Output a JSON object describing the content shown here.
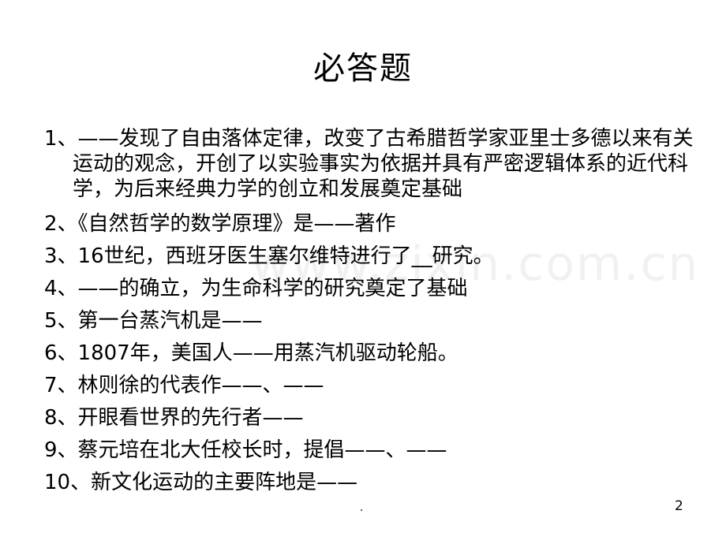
{
  "slide": {
    "title": "必答题",
    "watermark": "www.zixin.com.cn",
    "questions": [
      "1、——发现了自由落体定律，改变了古希腊哲学家亚里士多德以来有关运动的观念，开创了以实验事实为依据并具有严密逻辑体系的近代科学，为后来经典力学的创立和发展奠定基础",
      "2、《自然哲学的数学原理》是——著作",
      "3、16世纪，西班牙医生塞尔维特进行了__研究。",
      "4、——的确立，为生命科学的研究奠定了基础",
      "5、第一台蒸汽机是——",
      "6、1807年，美国人——用蒸汽机驱动轮船。",
      "7、林则徐的代表作——、——",
      "8、开眼看世界的先行者——",
      "9、蔡元培在北大任校长时，提倡——、——",
      "10、新文化运动的主要阵地是——"
    ],
    "footer_mark": ".",
    "page_number": "2"
  }
}
